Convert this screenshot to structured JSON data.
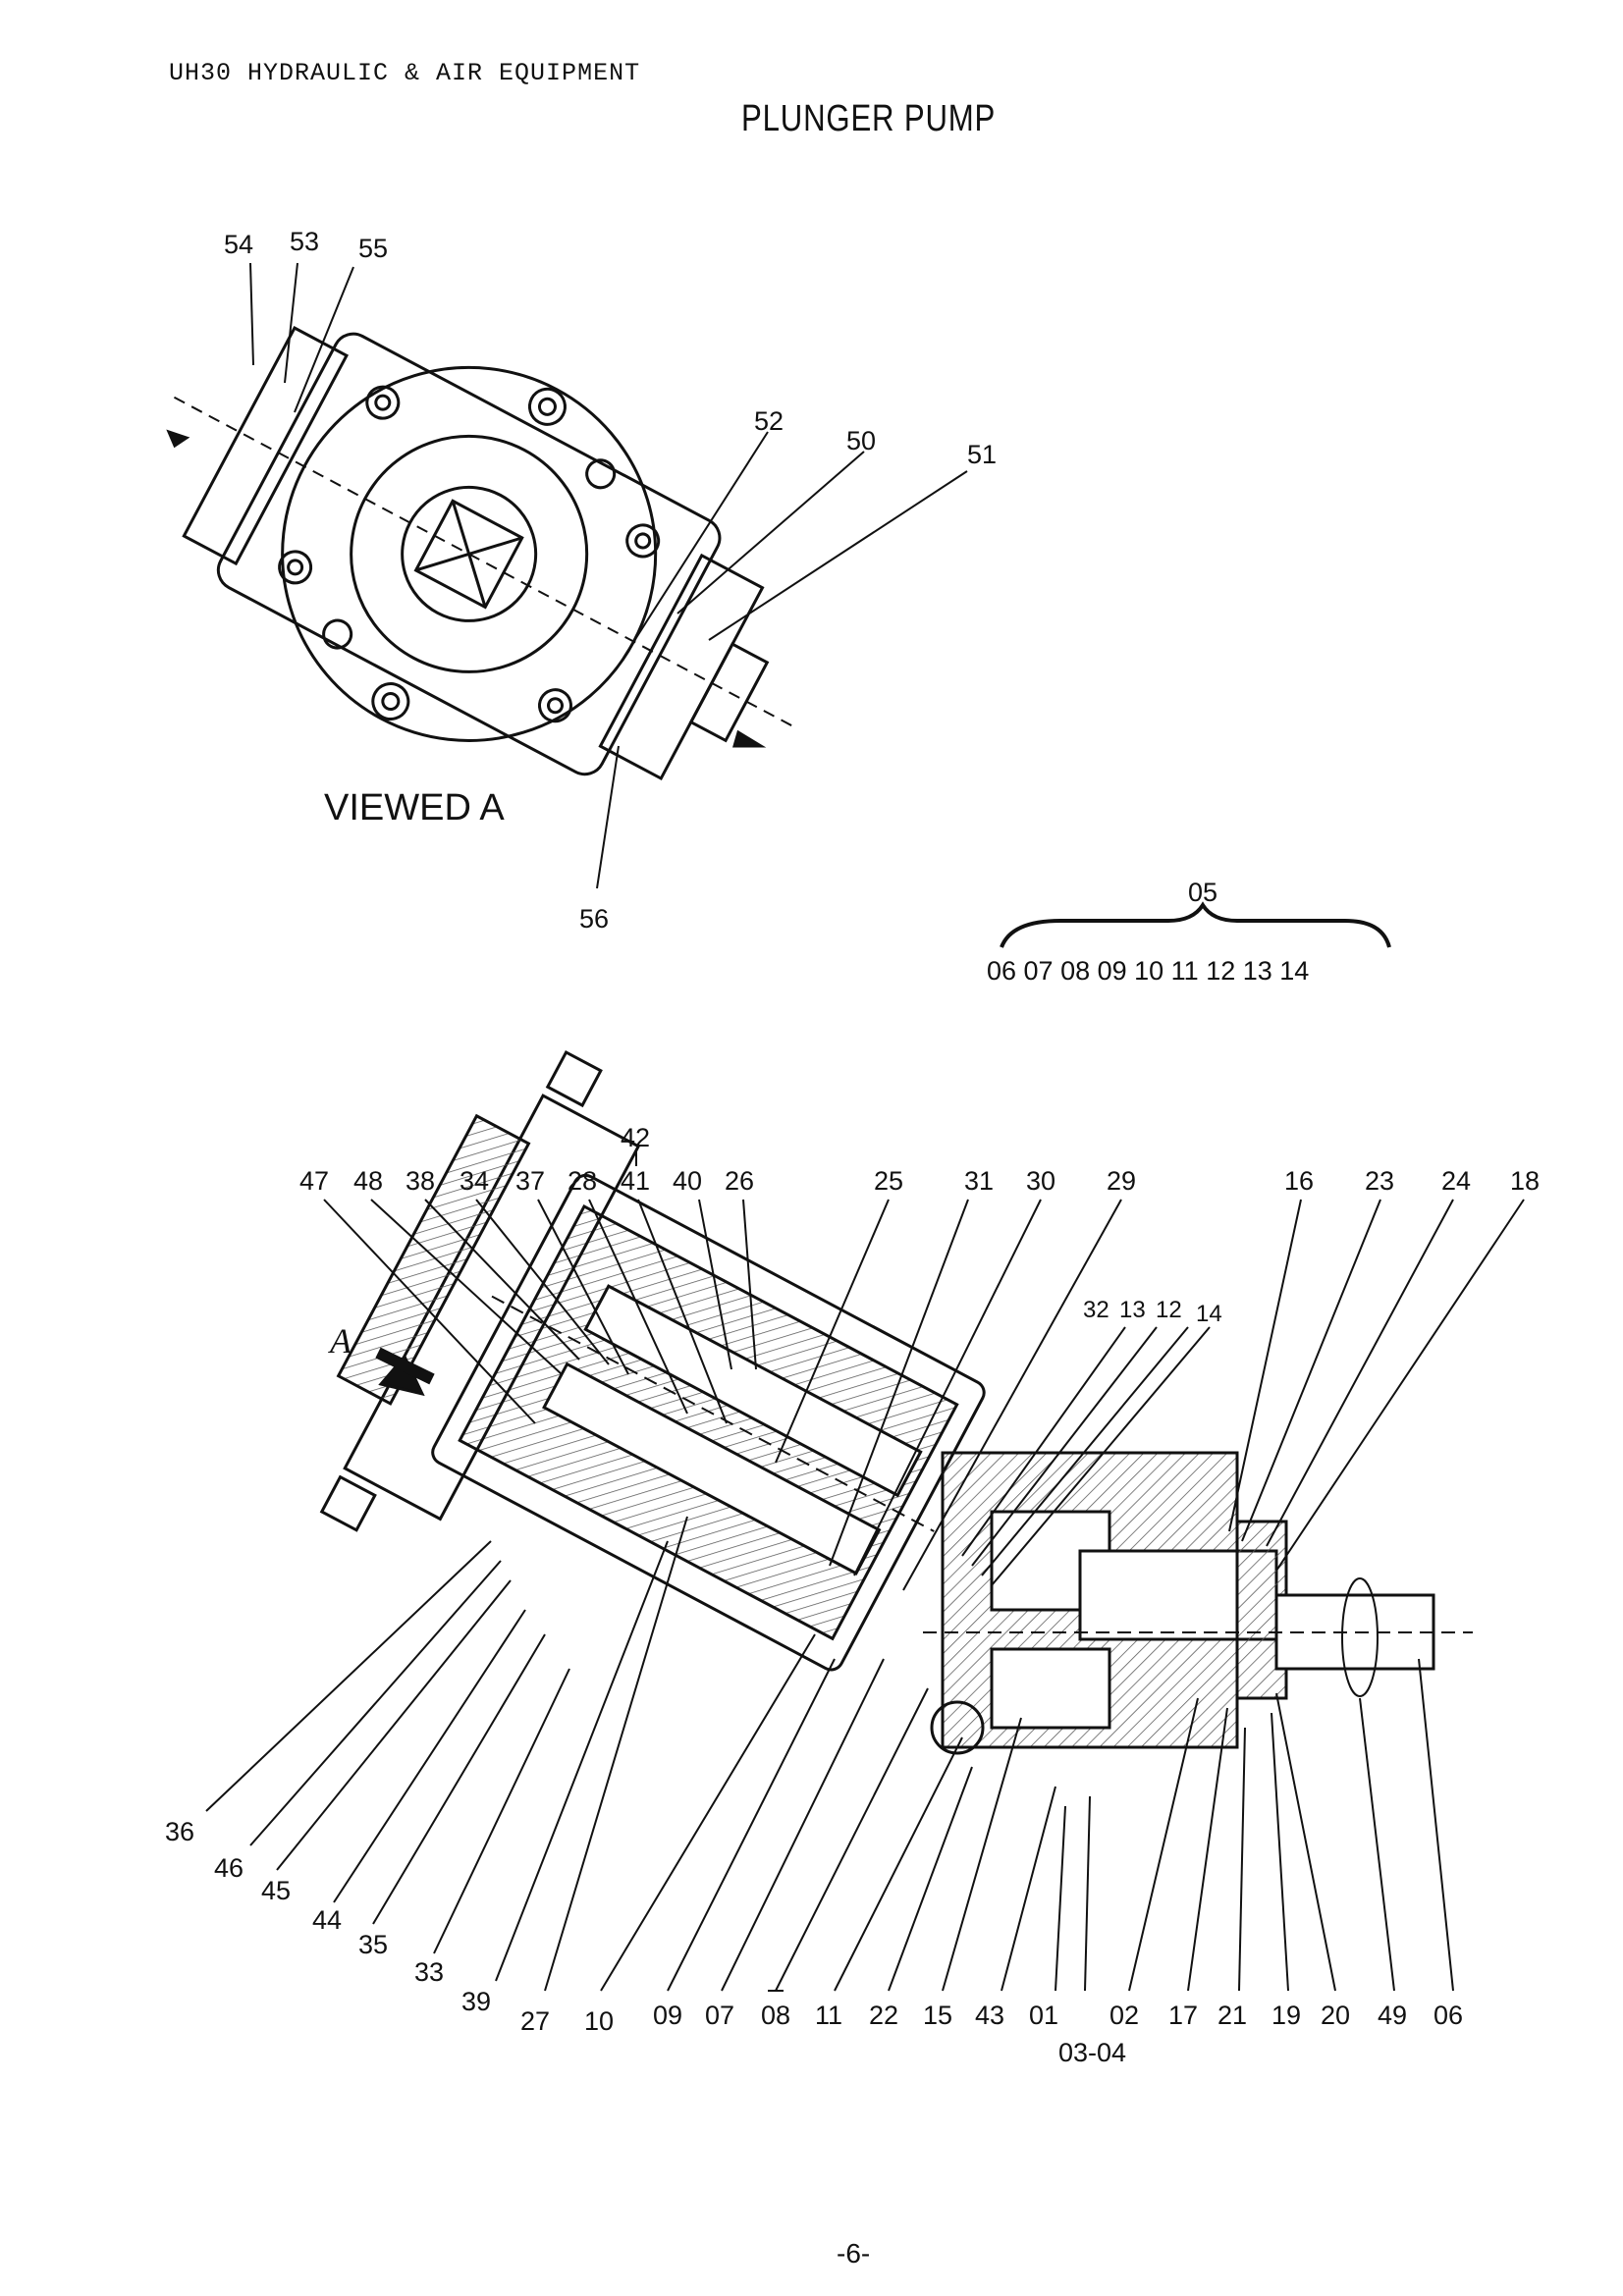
{
  "header": {
    "left_text": "UH30 HYDRAULIC & AIR EQUIPMENT",
    "title": "PLUNGER PUMP"
  },
  "view_caption": "VIEWED A",
  "view_arrow_letter": "A",
  "page_number": "-6-",
  "assembly_group": {
    "label": "05",
    "parts": "06 07  08  09  10 11  12  13 14"
  },
  "callouts_top": [
    "54",
    "53",
    "55",
    "52",
    "50",
    "51",
    "56"
  ],
  "callouts_main": [
    "42",
    "47",
    "48",
    "38",
    "34",
    "37",
    "28",
    "41",
    "40",
    "26",
    "25",
    "31",
    "30",
    "29",
    "16",
    "23",
    "24",
    "18",
    "32",
    "13",
    "12",
    "14",
    "36",
    "46",
    "45",
    "44",
    "35",
    "33",
    "39",
    "27",
    "10",
    "09",
    "07",
    "08",
    "11",
    "22",
    "15",
    "43",
    "01",
    "02",
    "17",
    "21",
    "19",
    "20",
    "49",
    "06",
    "03-04"
  ]
}
